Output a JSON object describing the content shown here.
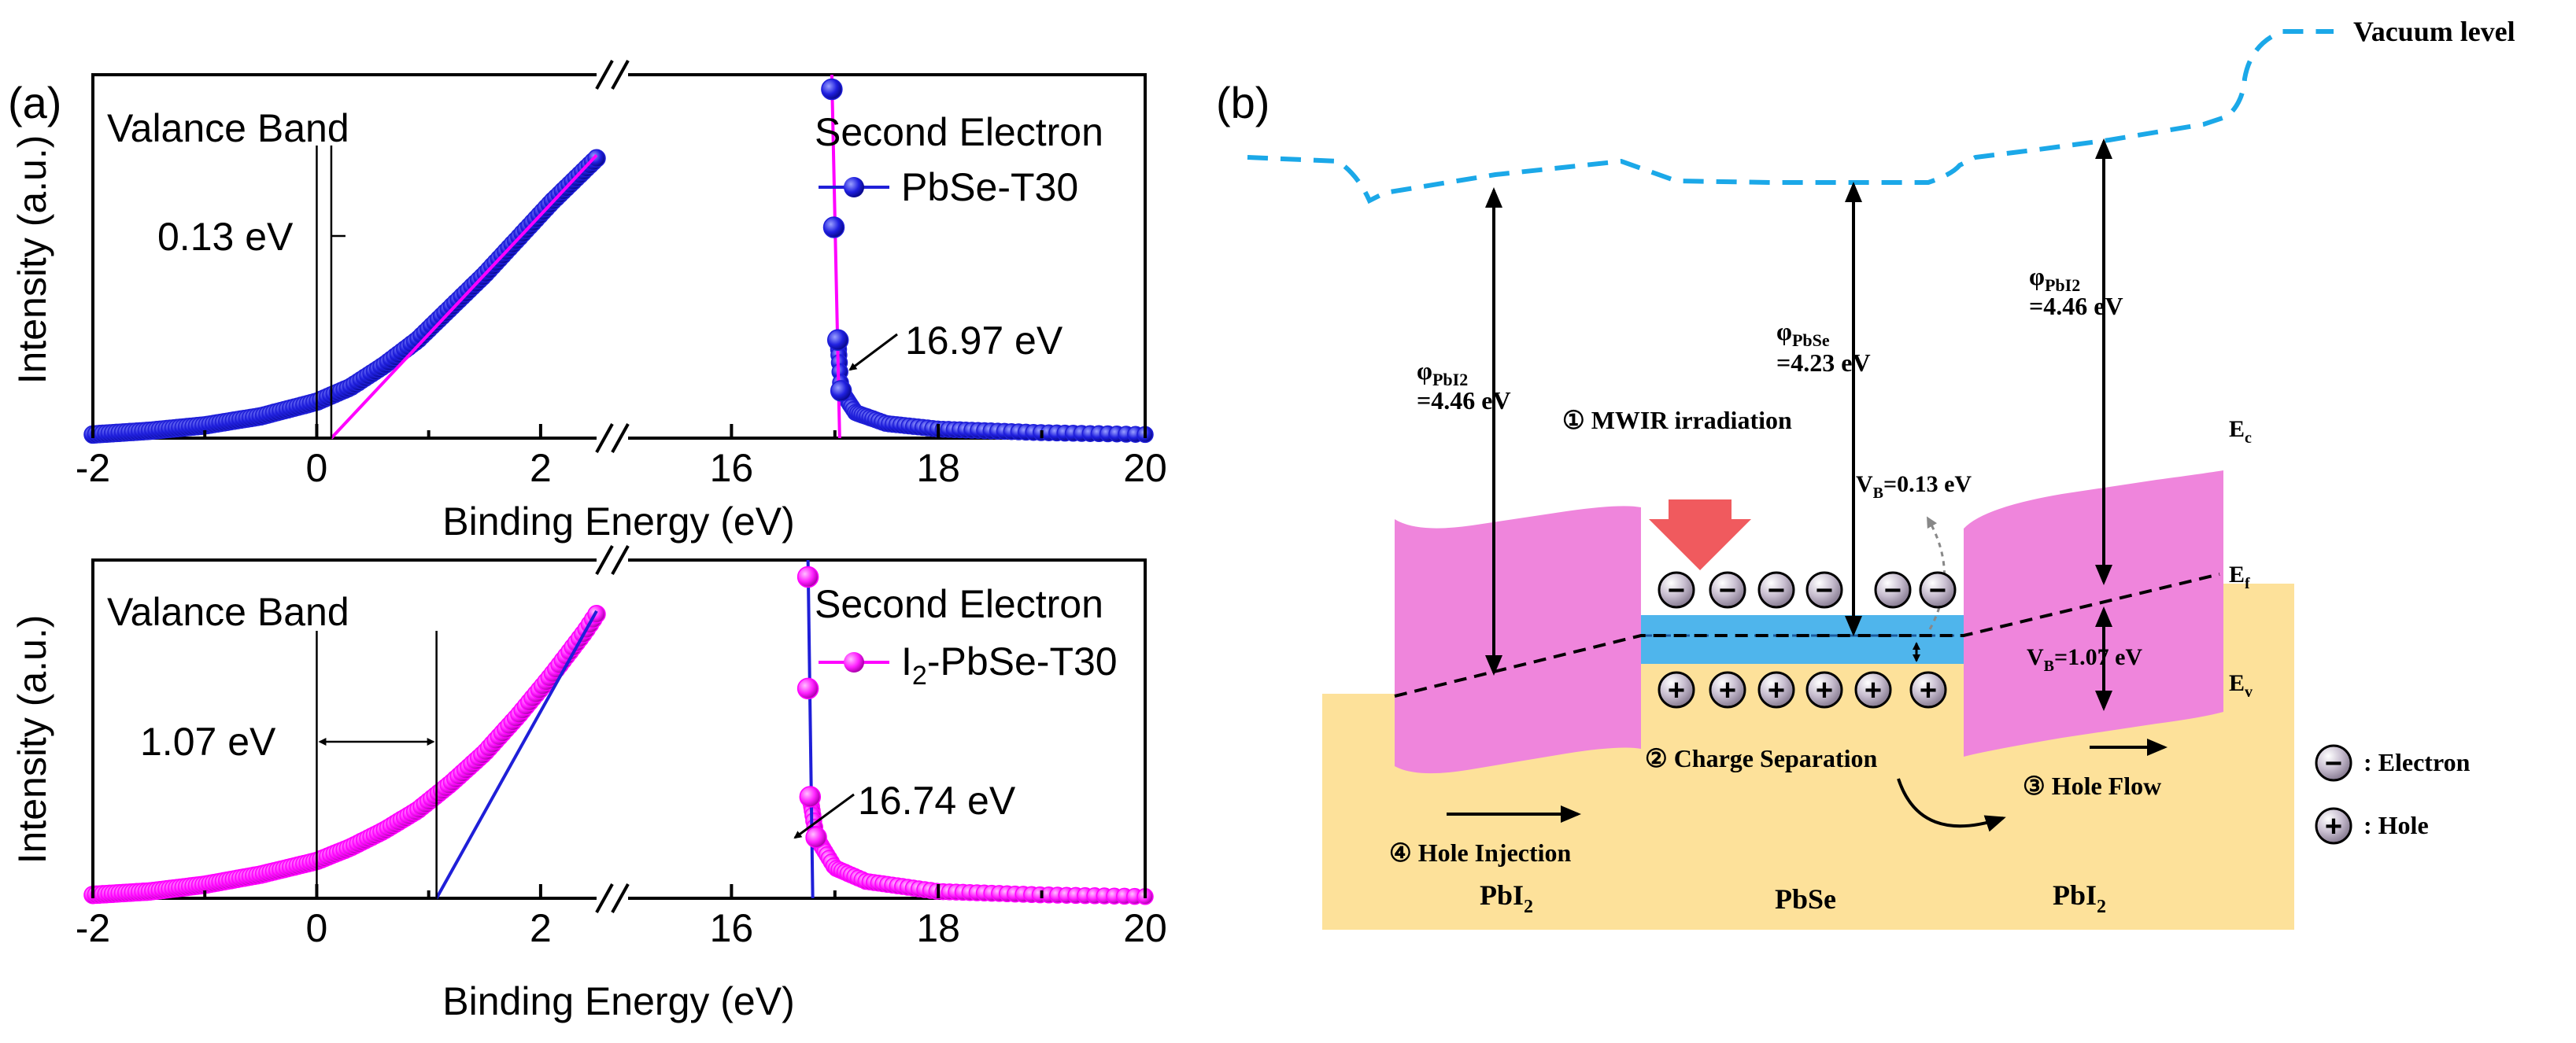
{
  "panel_a": {
    "label": "(a)",
    "xlabel": "Binding Energy (eV)",
    "ylabel": "Intensity (a.u.)",
    "x_ticks_left": [
      "-2",
      "0",
      "2"
    ],
    "x_ticks_right": [
      "16",
      "18",
      "20"
    ]
  },
  "panel_b": {
    "label": "(b)",
    "vacuum_level": "Vacuum level",
    "phi_pbi2_left": "φ",
    "phi_pbi2_left_sub": "PbI2",
    "phi_pbi2_left_val": "=4.46 eV",
    "phi_pbse": "φ",
    "phi_pbse_sub": "PbSe",
    "phi_pbse_val": "=4.23 eV",
    "phi_pbi2_right": "φ",
    "phi_pbi2_right_sub": "PbI2",
    "phi_pbi2_right_val": "=4.46 eV",
    "mwir": "① MWIR irradiation",
    "vb_small": "V",
    "vb_small_sub": "B",
    "vb_small_val": "=0.13 eV",
    "vb_big": "V",
    "vb_big_sub": "B",
    "vb_big_val": "=1.07 eV",
    "ec": "E",
    "ec_sub": "c",
    "ef": "E",
    "ef_sub": "f",
    "ev": "E",
    "ev_sub": "v",
    "charge_sep": "② Charge Separation",
    "hole_flow": "③ Hole Flow",
    "hole_inj": "④ Hole Injection",
    "mat_left": "PbI",
    "mat_left_sub": "2",
    "mat_mid": "PbSe",
    "mat_right": "PbI",
    "mat_right_sub": "2",
    "legend_electron": ": Electron",
    "legend_hole": ": Hole",
    "minus": "−",
    "plus": "+"
  },
  "chart_data": [
    {
      "type": "scatter",
      "panel": "top",
      "annotation_left": "Valance Band",
      "annotation_right": "Second Electron",
      "legend": "PbSe-T30",
      "vb_gap_label": "0.13 eV",
      "cutoff_label": "16.97 eV",
      "vb_onset": 0.13,
      "cutoff": 16.97,
      "xlim_left": [
        -2,
        2.5
      ],
      "xlim_right": [
        15,
        20
      ],
      "marker_color": "#1f1fd8",
      "fit_color": "#ff00ff",
      "valence_points": [
        [
          -2,
          0.01
        ],
        [
          -1.5,
          0.02
        ],
        [
          -1,
          0.035
        ],
        [
          -0.5,
          0.06
        ],
        [
          0,
          0.1
        ],
        [
          0.3,
          0.14
        ],
        [
          0.6,
          0.2
        ],
        [
          0.9,
          0.27
        ],
        [
          1.2,
          0.36
        ],
        [
          1.5,
          0.45
        ],
        [
          1.8,
          0.55
        ],
        [
          2.1,
          0.65
        ],
        [
          2.4,
          0.74
        ],
        [
          2.5,
          0.77
        ]
      ],
      "cutoff_points": [
        [
          16.97,
          0.96
        ],
        [
          16.99,
          0.58
        ],
        [
          17.03,
          0.27
        ],
        [
          17.06,
          0.13
        ],
        [
          17.2,
          0.07
        ],
        [
          17.5,
          0.04
        ],
        [
          18,
          0.025
        ],
        [
          19,
          0.015
        ],
        [
          20,
          0.01
        ]
      ]
    },
    {
      "type": "scatter",
      "panel": "bottom",
      "annotation_left": "Valance Band",
      "annotation_right": "Second Electron",
      "legend": "I2-PbSe-T30",
      "legend_main": "I",
      "legend_sub": "2",
      "legend_rest": "-PbSe-T30",
      "vb_gap_label": "1.07 eV",
      "cutoff_label": "16.74 eV",
      "vb_onset": 1.07,
      "cutoff": 16.74,
      "xlim_left": [
        -2,
        2.5
      ],
      "xlim_right": [
        15,
        20
      ],
      "marker_color": "#ff00ff",
      "fit_color": "#1f1fd8",
      "valence_points": [
        [
          -2,
          0.01
        ],
        [
          -1.5,
          0.02
        ],
        [
          -1,
          0.04
        ],
        [
          -0.5,
          0.07
        ],
        [
          0,
          0.11
        ],
        [
          0.3,
          0.15
        ],
        [
          0.6,
          0.2
        ],
        [
          0.9,
          0.26
        ],
        [
          1.2,
          0.34
        ],
        [
          1.5,
          0.43
        ],
        [
          1.8,
          0.54
        ],
        [
          2.1,
          0.66
        ],
        [
          2.4,
          0.79
        ],
        [
          2.5,
          0.84
        ]
      ],
      "cutoff_points": [
        [
          16.74,
          0.95
        ],
        [
          16.74,
          0.62
        ],
        [
          16.76,
          0.3
        ],
        [
          16.82,
          0.18
        ],
        [
          17,
          0.09
        ],
        [
          17.3,
          0.05
        ],
        [
          18,
          0.02
        ],
        [
          19,
          0.01
        ],
        [
          20,
          0.005
        ]
      ]
    }
  ]
}
